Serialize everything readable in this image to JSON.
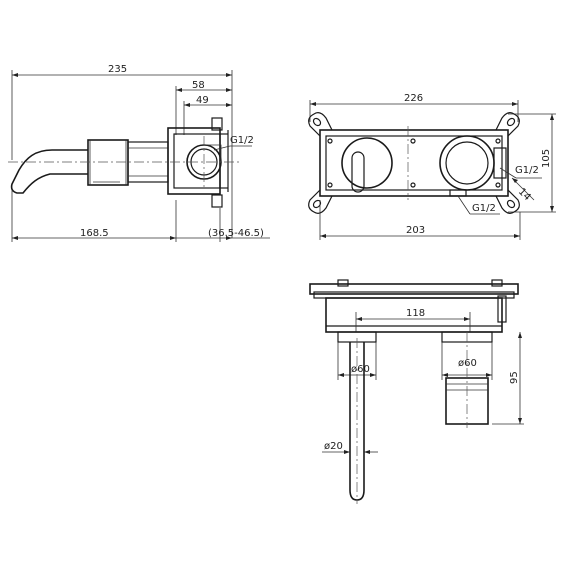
{
  "side_view": {
    "total_length": "235",
    "body_depth": "58",
    "box_depth": "49",
    "spout_length": "168.5",
    "wall_range": "(36.5-46.5)",
    "inlet_thread": "G1/2"
  },
  "front_view": {
    "plate_width": "226",
    "inner_width": "203",
    "plate_height": "105",
    "small_dim": "14",
    "thread_outlet": "G1/2",
    "thread_inlet": "G1/2"
  },
  "top_view": {
    "center_distance": "118",
    "spout_diameter": "ø60",
    "handle_diameter": "ø60",
    "pipe_diameter": "ø20",
    "handle_height": "95"
  }
}
